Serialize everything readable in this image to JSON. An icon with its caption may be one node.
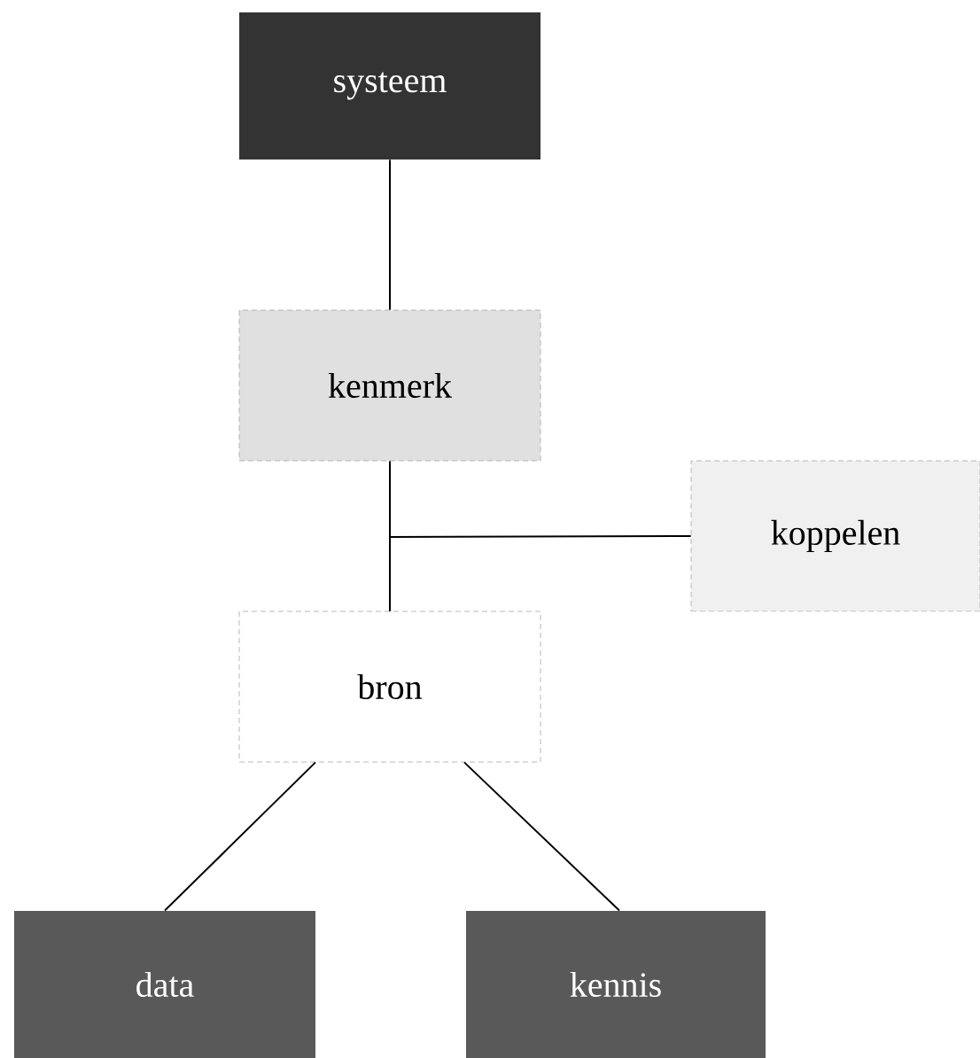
{
  "diagram": {
    "nodes": [
      {
        "text": [
          "systeem"
        ]
      },
      {
        "text": [
          "kenmerk"
        ]
      },
      {
        "text": [
          "koppelen"
        ]
      },
      {
        "text": [
          "bron"
        ]
      },
      {
        "text": [
          "data"
        ]
      },
      {
        "text": [
          "kennis"
        ]
      }
    ],
    "edges": [
      {
        "from": 0,
        "to": 1,
        "arrow": "none"
      },
      {
        "from": 1,
        "to": 3,
        "arrow": "none"
      },
      {
        "from": 2,
        "to": 3,
        "arrow": "none"
      },
      {
        "from": 3,
        "to": 4,
        "arrow": "none"
      },
      {
        "from": 3,
        "to": 5,
        "arrow": "none"
      }
    ]
  }
}
